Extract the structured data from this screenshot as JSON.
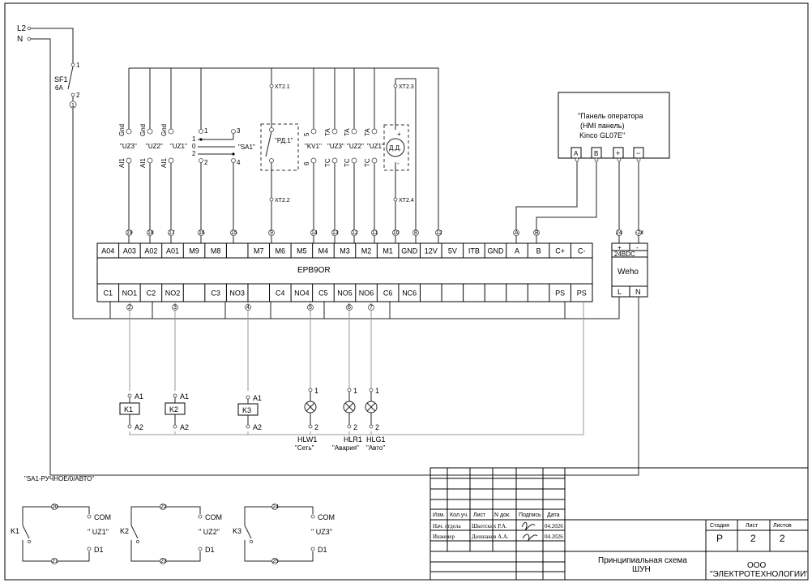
{
  "supply": {
    "l2": "L2",
    "n": "N"
  },
  "breaker": {
    "name": "SF1",
    "rating": "6A",
    "pin1": "1",
    "pin2": "2",
    "node": "1"
  },
  "controller": {
    "name": "EPB9OR",
    "top_terminals": [
      "A04",
      "A03",
      "A02",
      "A01",
      "M9",
      "M8",
      "",
      "M7",
      "M6",
      "M5",
      "M4",
      "M3",
      "M2",
      "M1",
      "GND",
      "12V",
      "5V",
      "ITB",
      "GND",
      "A",
      "B",
      "C+",
      "C-"
    ],
    "bottom_terminals": [
      "C1",
      "NO1",
      "C2",
      "NO2",
      "",
      "C3",
      "NO3",
      "",
      "C4",
      "NO4",
      "C5",
      "NO5",
      "NO6",
      "C6",
      "NC6",
      "",
      "",
      "",
      "",
      "",
      "",
      "PS",
      "PS"
    ]
  },
  "top_nodes": {
    "a03": "19",
    "a02": "18",
    "a01": "17",
    "m9": "16",
    "m8": "15",
    "m7": "9",
    "m5": "14",
    "m4": "13",
    "m3": "12",
    "m2": "11",
    "m1": "10",
    "gnd": "8",
    "v12": "12",
    "a": "A",
    "b": "B",
    "p24": "24",
    "n24": "-24"
  },
  "bottom_nodes": {
    "no1": "2",
    "no2": "3",
    "no3": "4",
    "no4": "5",
    "no5": "6",
    "no6": "7"
  },
  "sensors": {
    "uz3": {
      "gnd": "Gnd",
      "ai": "AI1",
      "label": "\"UZ3\""
    },
    "uz2": {
      "gnd": "Gnd",
      "ai": "AI1",
      "label": "\"UZ2\""
    },
    "uz1": {
      "gnd": "Gnd",
      "ai": "AI1",
      "label": "\"UZ1\""
    }
  },
  "switch_sa1": {
    "label": "\"SA1\"",
    "t1": "1",
    "t2": "2",
    "t3": "3",
    "t4": "4",
    "pos1": "1",
    "pos0": "0",
    "pos2": "2"
  },
  "rd1": {
    "label": "\"РД.1\"",
    "xt_top": "XT2.1",
    "xt_bottom": "XT2.2"
  },
  "kv1": {
    "t5": "5",
    "t6": "6",
    "label": "\"KV1\""
  },
  "tacho": [
    {
      "ta": "TA",
      "tc": "TC",
      "label": "\"UZ3\""
    },
    {
      "ta": "TA",
      "tc": "TC",
      "label": "\"UZ2\""
    },
    {
      "ta": "TA",
      "tc": "TC",
      "label": "\"UZ1\""
    }
  ],
  "dd": {
    "label": "Д.Д.",
    "plus": "+",
    "minus": "-",
    "xt_top": "XT2.3",
    "xt_bottom": "XT2.4"
  },
  "hmi": {
    "line1": "\"Панель оператора",
    "line2": "(HMI панель)",
    "line3": "Kinco GL07E\"",
    "pa": "A",
    "pb": "B",
    "pplus": "+",
    "pminus": "−"
  },
  "psu": {
    "plus": "+",
    "minus": "-",
    "rating": "24BDC",
    "name": "Weho",
    "l": "L",
    "n": "N"
  },
  "relays": [
    {
      "name": "K1",
      "a1": "A1",
      "a2": "A2"
    },
    {
      "name": "K2",
      "a1": "A1",
      "a2": "A2"
    },
    {
      "name": "K3",
      "a1": "A1",
      "a2": "A2"
    }
  ],
  "lamps": [
    {
      "name": "HLW1",
      "label": "\"Сеть\"",
      "p1": "1",
      "p2": "2"
    },
    {
      "name": "HLR1",
      "label": "\"Авария\"",
      "p1": "1",
      "p2": "2"
    },
    {
      "name": "HLG1",
      "label": "\"Авто\"",
      "p1": "1",
      "p2": "2"
    }
  ],
  "legend": {
    "sa1_note": "\"SA1-РУЧНОЕ/0/АВТО\""
  },
  "start_circuits": [
    {
      "k": "K1",
      "top": "20",
      "bottom": "21",
      "com": "COM",
      "d1": "D1",
      "uz": "\" UZ1\""
    },
    {
      "k": "K2",
      "top": "22",
      "bottom": "23",
      "com": "COM",
      "d1": "D1",
      "uz": "\" UZ2\""
    },
    {
      "k": "K3",
      "top": "24",
      "bottom": "25",
      "com": "COM",
      "d1": "D1",
      "uz": "\" UZ3\""
    }
  ],
  "title_block": {
    "headers": [
      "Изм.",
      "Кол.уч.",
      "Лист",
      "N док.",
      "Подпись",
      "Дата"
    ],
    "row1": {
      "role": "Нач. отдела",
      "name": "Шкотских Р.А.",
      "date": "04.2026"
    },
    "row2": {
      "role": "Инженер",
      "name": "Доншаков А.А.",
      "date": "04.2026"
    },
    "stage_h": "Стадия",
    "sheet_h": "Лист",
    "sheets_h": "Листов",
    "stage": "Р",
    "sheet": "2",
    "sheets": "2",
    "title1": "Принципиальная схема",
    "title2": "ШУН",
    "org1": "ООО",
    "org2": "\"ЭЛЕКТРОТЕХНОЛОГИИ\""
  }
}
